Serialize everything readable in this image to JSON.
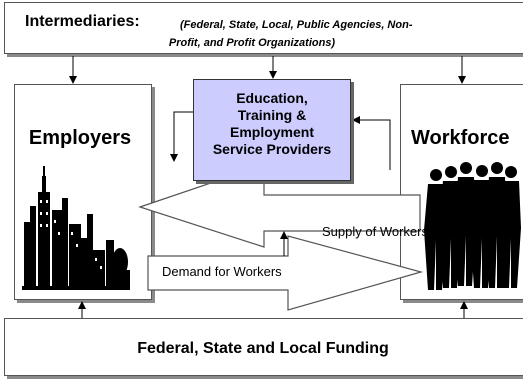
{
  "intermediaries": {
    "heading": "Intermediaries:",
    "detail_line1": "(Federal, State, Local, Public Agencies, Non-",
    "detail_line2": "Profit, and Profit Organizations)"
  },
  "employers": {
    "label": "Employers"
  },
  "workforce": {
    "label": "Workforce"
  },
  "providers": {
    "line1": "Education,",
    "line2": "Training &",
    "line3": "Employment",
    "line4": "Service Providers",
    "fill_color": "#ccccff"
  },
  "flows": {
    "supply": "Supply of Workers",
    "demand": "Demand for Workers"
  },
  "funding": {
    "label": "Federal, State and Local Funding"
  }
}
